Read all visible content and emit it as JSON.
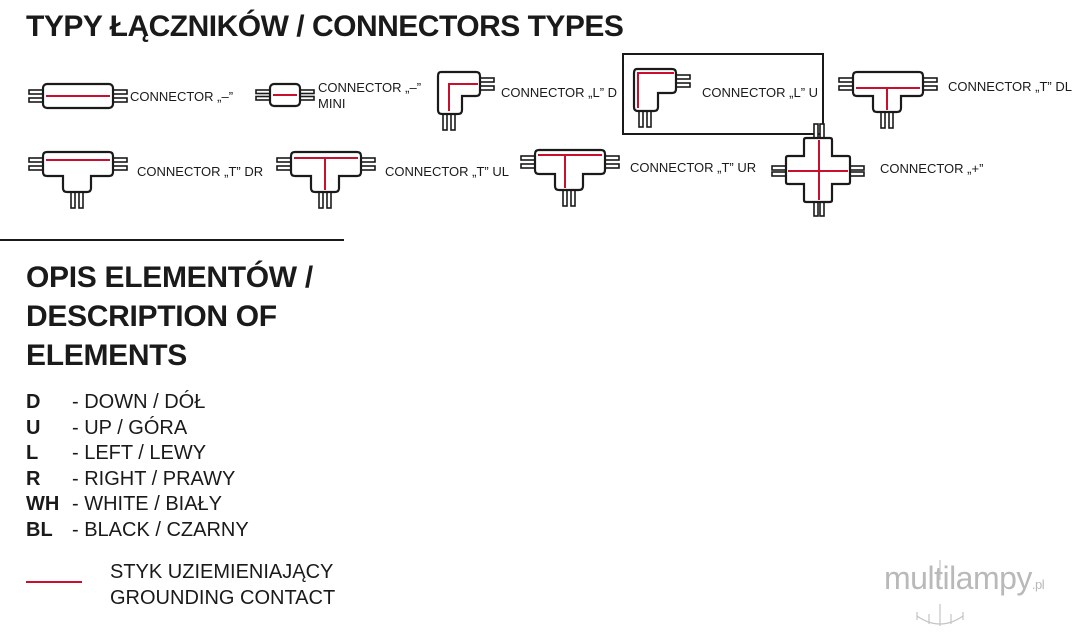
{
  "title": "TYPY ŁĄCZNIKÓW / CONNECTORS TYPES",
  "connectors": [
    {
      "name": "connector-straight",
      "label": "CONNECTOR „–”"
    },
    {
      "name": "connector-straight-mini",
      "label": "CONNECTOR „–”",
      "label2": "MINI"
    },
    {
      "name": "connector-l-d",
      "label": "CONNECTOR „L” D"
    },
    {
      "name": "connector-l-u",
      "label": "CONNECTOR „L” U"
    },
    {
      "name": "connector-t-dl",
      "label": "CONNECTOR „T” DL"
    },
    {
      "name": "connector-t-dr",
      "label": "CONNECTOR „T” DR"
    },
    {
      "name": "connector-t-ul",
      "label": "CONNECTOR „T” UL"
    },
    {
      "name": "connector-t-ur",
      "label": "CONNECTOR „T” UR"
    },
    {
      "name": "connector-plus",
      "label": "CONNECTOR „+”"
    }
  ],
  "description": {
    "title_lines": [
      "OPIS ELEMENTÓW /",
      "DESCRIPTION OF",
      "ELEMENTS"
    ],
    "legend": [
      {
        "code": "D",
        "text": "- DOWN / DÓŁ"
      },
      {
        "code": "U",
        "text": "- UP / GÓRA"
      },
      {
        "code": "L",
        "text": "- LEFT / LEWY"
      },
      {
        "code": "R",
        "text": "- RIGHT / PRAWY"
      },
      {
        "code": "WH",
        "text": "- WHITE / BIAŁY"
      },
      {
        "code": "BL",
        "text": "- BLACK / CZARNY"
      }
    ],
    "grounding": [
      "STYK UZIEMIENIAJĄCY",
      "GROUNDING CONTACT"
    ]
  },
  "watermark": {
    "text": "multilampy",
    "suffix": ".pl"
  },
  "colors": {
    "text": "#1a1a1a",
    "grounding": "#c8102e",
    "watermark": "#b9b9b9"
  }
}
